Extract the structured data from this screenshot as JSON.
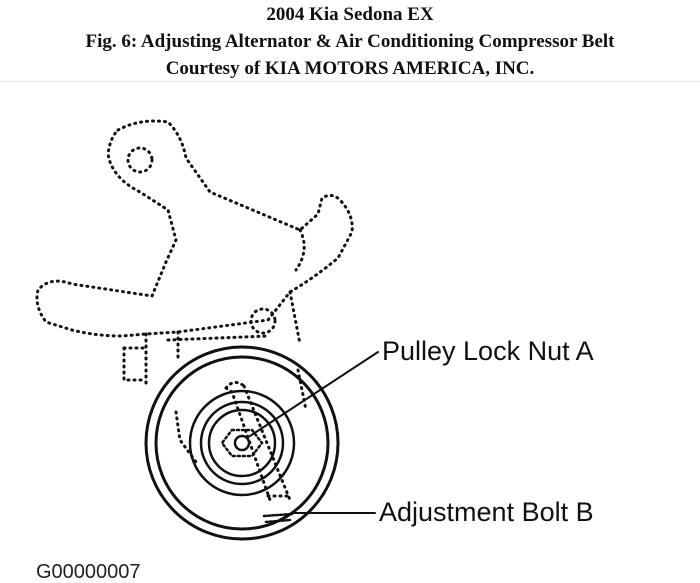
{
  "header": {
    "vehicle": "2004 Kia Sedona EX",
    "figure_title": "Fig. 6: Adjusting Alternator & Air Conditioning Compressor Belt",
    "courtesy": "Courtesy of KIA MOTORS AMERICA, INC."
  },
  "diagram": {
    "callouts": {
      "pulley_lock_nut": "Pulley Lock Nut A",
      "adjustment_bolt": "Adjustment Bolt B"
    },
    "figure_id": "G00000007"
  }
}
